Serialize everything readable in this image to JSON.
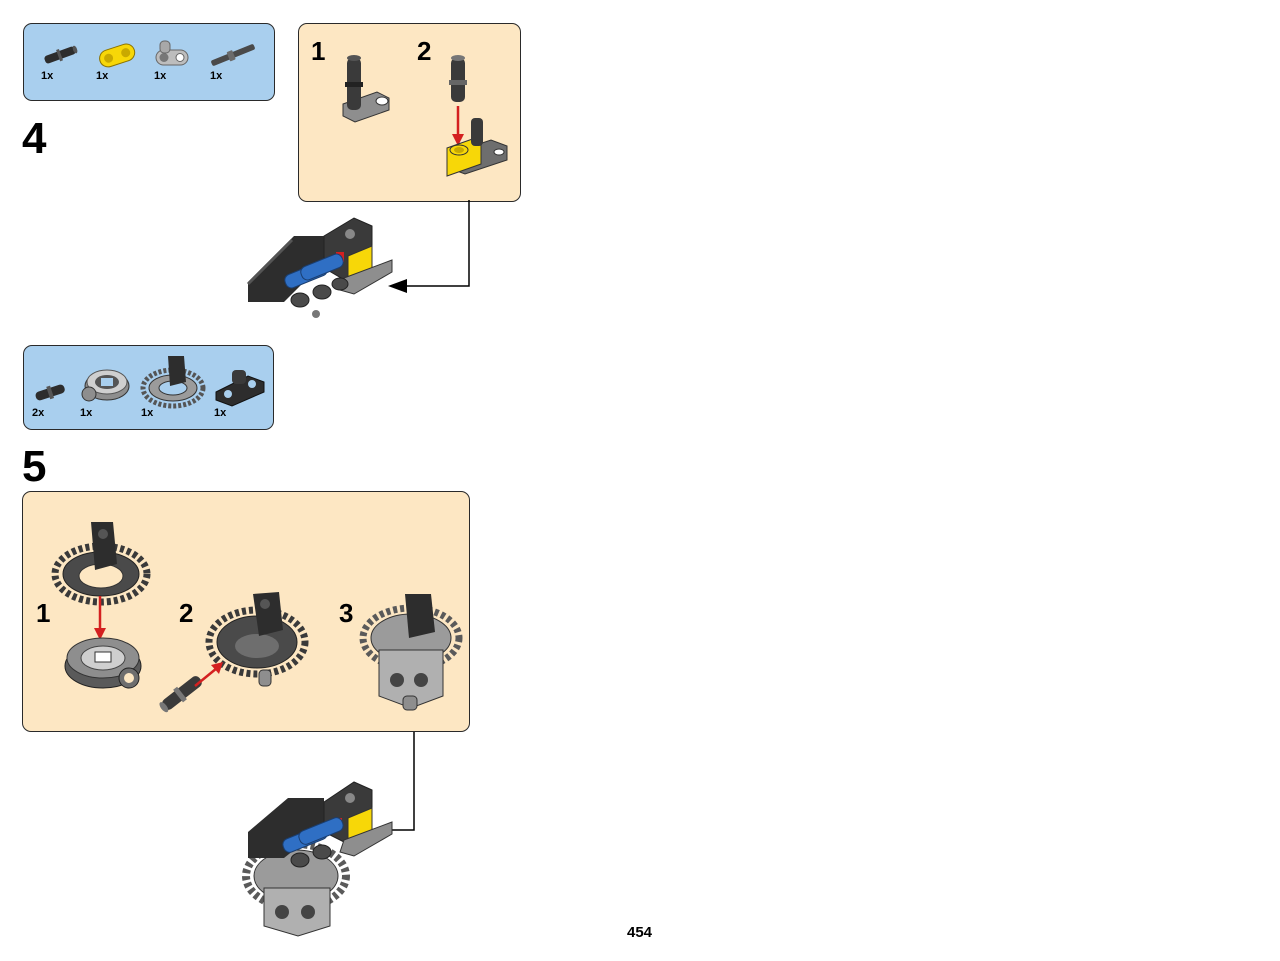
{
  "page": {
    "number": "454"
  },
  "step4": {
    "number": "4",
    "parts": [
      {
        "qty": "1x",
        "icon": "black-axle-pin-icon"
      },
      {
        "qty": "1x",
        "icon": "yellow-beam-icon"
      },
      {
        "qty": "1x",
        "icon": "gray-axle-connector-icon"
      },
      {
        "qty": "1x",
        "icon": "dark-axle-icon"
      }
    ],
    "substeps": [
      "1",
      "2"
    ]
  },
  "step5": {
    "number": "5",
    "parts": [
      {
        "qty": "2x",
        "icon": "black-pin-icon"
      },
      {
        "qty": "1x",
        "icon": "turntable-base-icon"
      },
      {
        "qty": "1x",
        "icon": "turntable-gear-icon"
      },
      {
        "qty": "1x",
        "icon": "black-beam-icon"
      }
    ],
    "substeps": [
      "1",
      "2",
      "3"
    ]
  },
  "colors": {
    "parts_box": "#a9cfee",
    "subassembly_box": "#fde7c3",
    "lego_black": "#2d2d2d",
    "lego_gray": "#a8a8a8",
    "lego_yellow": "#f7d708",
    "lego_blue": "#2f6fc4",
    "arrow_red": "#d42020"
  }
}
